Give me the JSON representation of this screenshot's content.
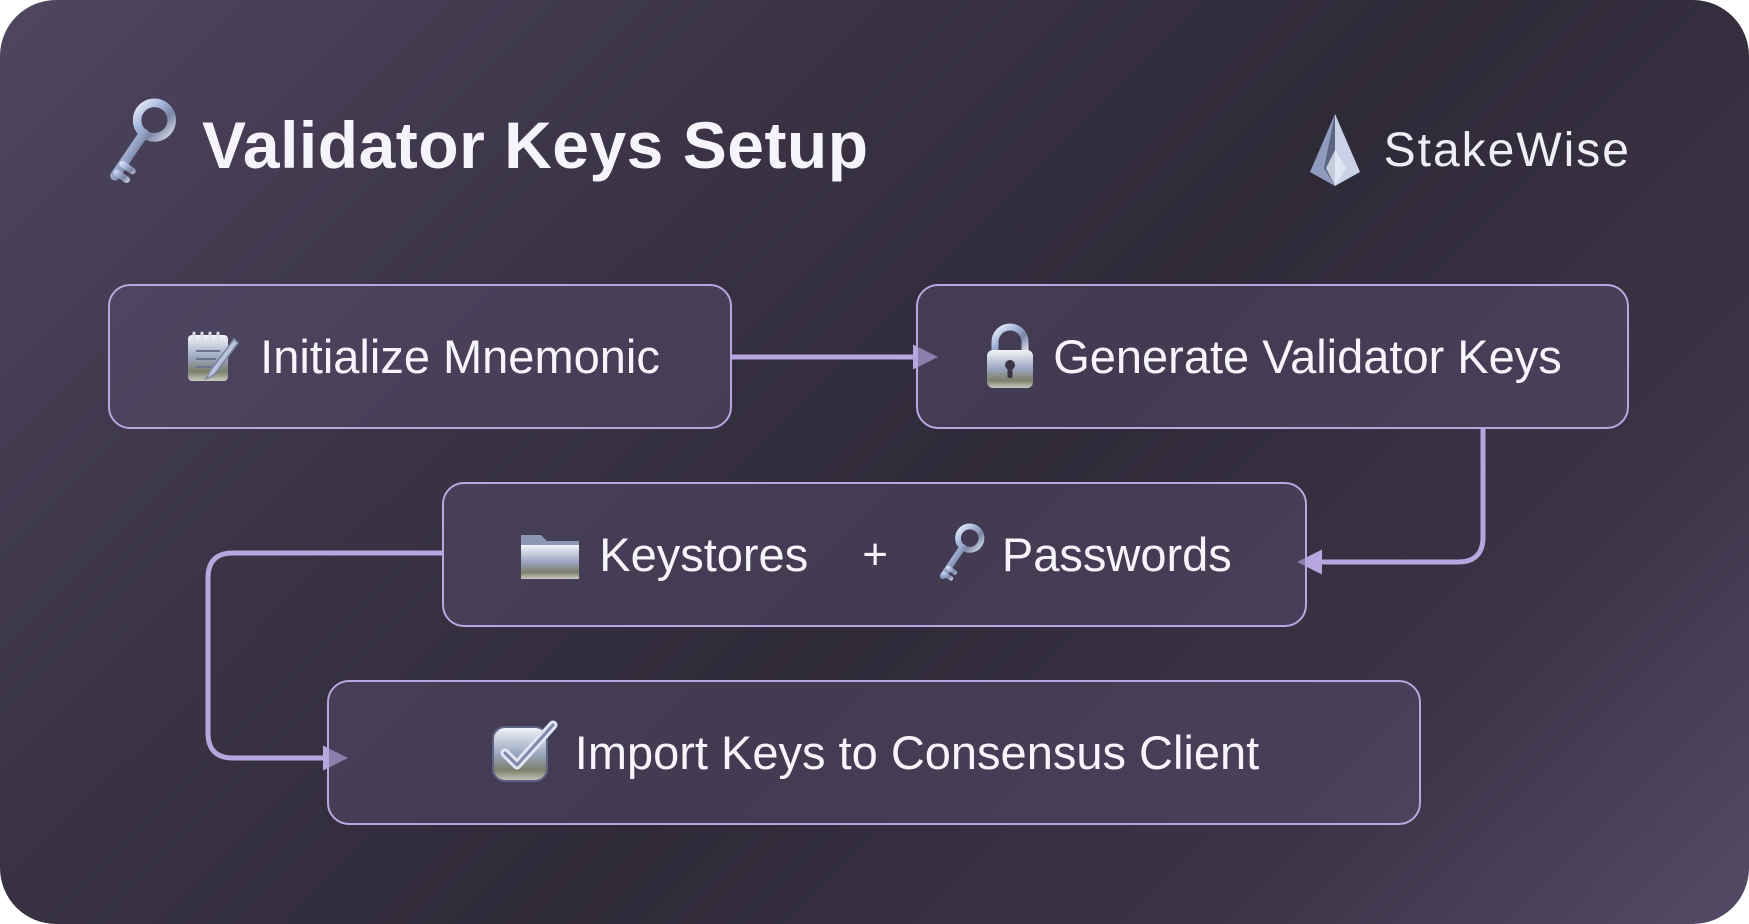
{
  "title": "Validator Keys Setup",
  "title_icon": "key-icon",
  "brand": {
    "name": "StakeWise",
    "icon": "pyramid-logo-icon"
  },
  "accent_color": "#b7a7de",
  "steps": {
    "initialize": {
      "label": "Initialize Mnemonic",
      "icon": "notepad-pencil-icon"
    },
    "generate": {
      "label": "Generate Validator Keys",
      "icon": "padlock-icon"
    },
    "outputs": {
      "keystores": {
        "label": "Keystores",
        "icon": "folder-icon"
      },
      "plus": "+",
      "passwords": {
        "label": "Passwords",
        "icon": "key-icon"
      }
    },
    "import": {
      "label": "Import Keys to Consensus Client",
      "icon": "checkbox-icon"
    }
  }
}
